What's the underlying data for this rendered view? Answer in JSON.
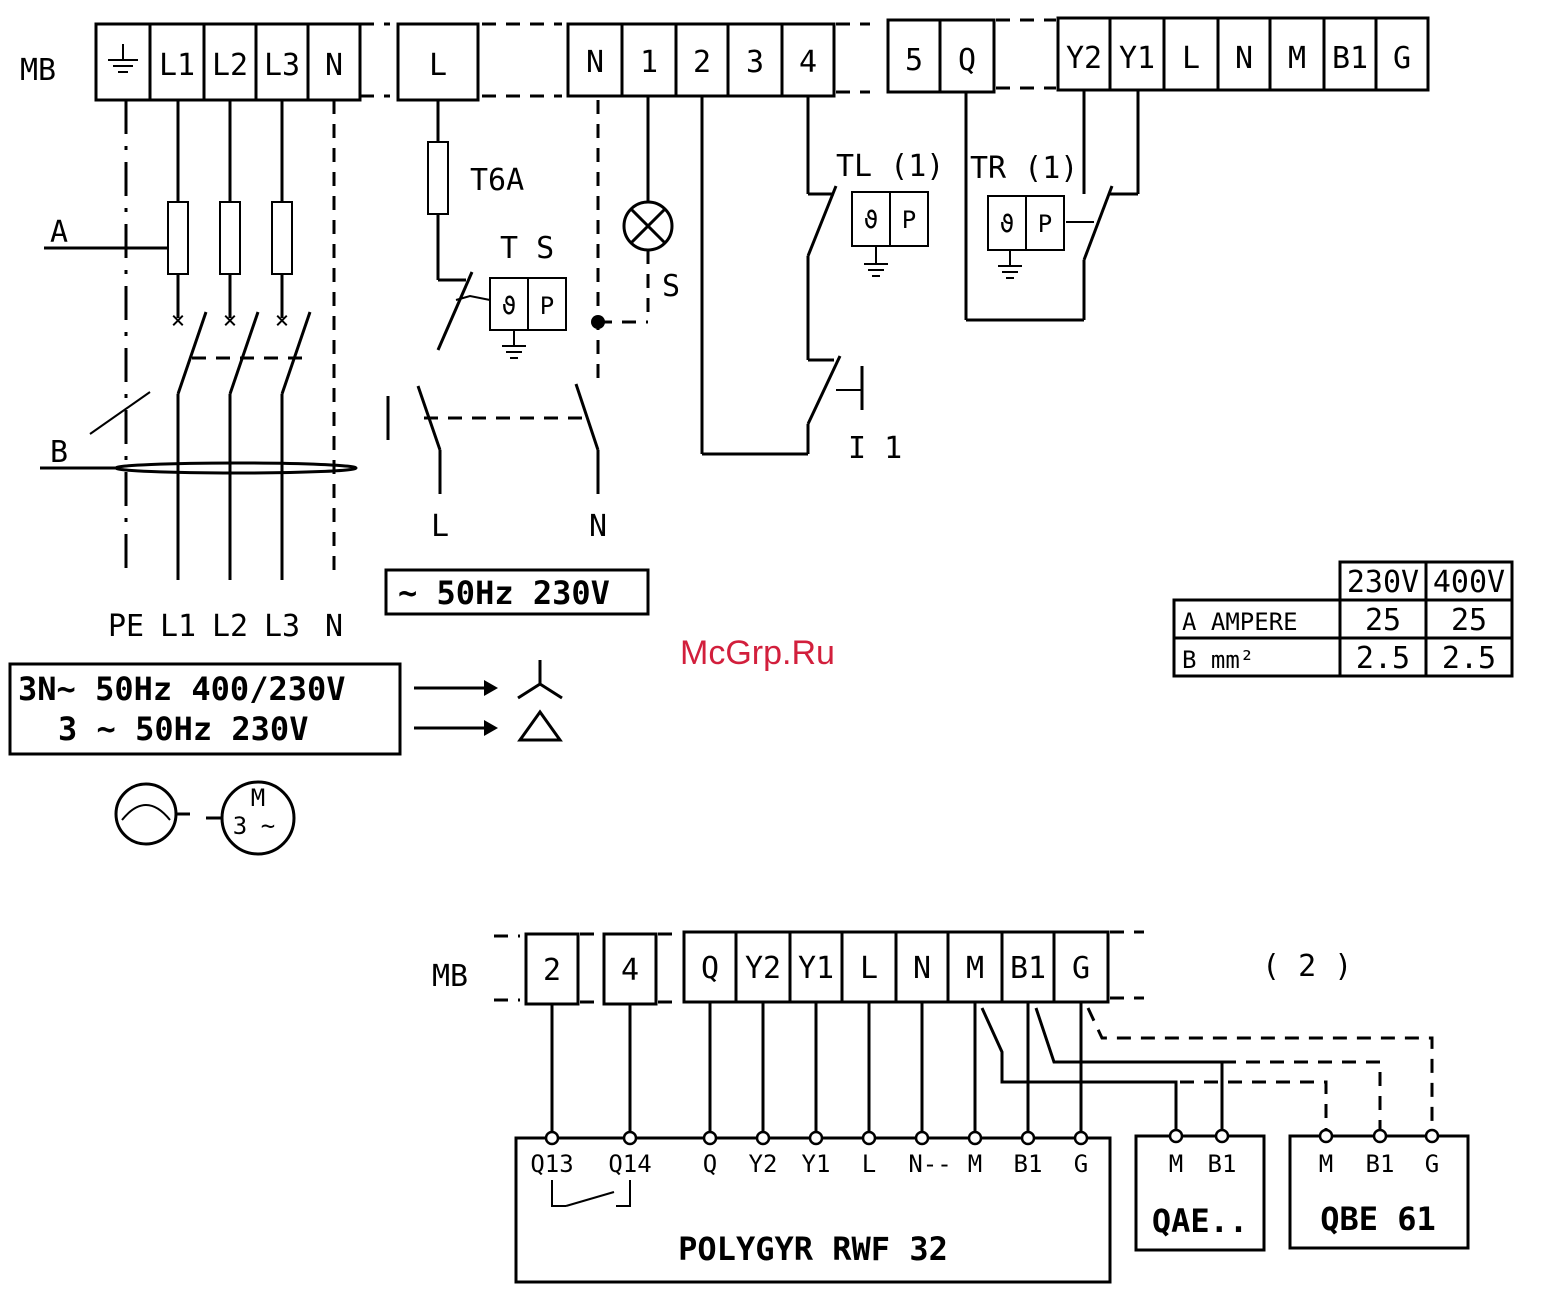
{
  "top": {
    "mb_label": "MB",
    "terminals_group1": [
      "L1",
      "L2",
      "L3",
      "N"
    ],
    "terminal_L": "L",
    "terminals_group2": [
      "N",
      "1",
      "2",
      "3",
      "4"
    ],
    "terminals_group3": [
      "5",
      "Q"
    ],
    "terminals_group4": [
      "Y2",
      "Y1",
      "L",
      "N",
      "M",
      "B1",
      "G"
    ]
  },
  "labels": {
    "A": "A",
    "B": "B",
    "fuse": "T6A",
    "ts": "T S",
    "p": "P",
    "s": "S",
    "tl": "TL (1)",
    "tr": "TR (1)",
    "i1": "I 1",
    "switch_L": "L",
    "switch_N": "N"
  },
  "bottom_labels": [
    "PE",
    "L1",
    "L2",
    "L3",
    "N"
  ],
  "supply_box": {
    "line1": "~ 50Hz  230V"
  },
  "power_box": {
    "line1": "3N~ 50Hz  400/230V",
    "line2": "3 ~ 50Hz  230V"
  },
  "motor": {
    "m": "M",
    "three": "3",
    "wave": "~"
  },
  "spec_table": {
    "headers": [
      "230V",
      "400V"
    ],
    "rows": [
      {
        "label": "A  AMPERE",
        "values": [
          "25",
          "25"
        ]
      },
      {
        "label": "B    mm²",
        "values": [
          "2.5",
          "2.5"
        ]
      }
    ]
  },
  "watermark": "McGrp.Ru",
  "lower": {
    "mb_label": "MB",
    "terminals": [
      "2",
      "4",
      "Q",
      "Y2",
      "Y1",
      "L",
      "N",
      "M",
      "B1",
      "G"
    ],
    "note": "( 2 )",
    "rwf": {
      "pins": [
        "Q13",
        "Q14",
        "Q",
        "Y2",
        "Y1",
        "L",
        "N--",
        "M",
        "B1",
        "G"
      ],
      "name": "POLYGYR  RWF  32"
    },
    "qae": {
      "pins": [
        "M",
        "B1"
      ],
      "name": "QAE.."
    },
    "qbe": {
      "pins": [
        "M",
        "B1",
        "G"
      ],
      "name": "QBE 61"
    }
  }
}
